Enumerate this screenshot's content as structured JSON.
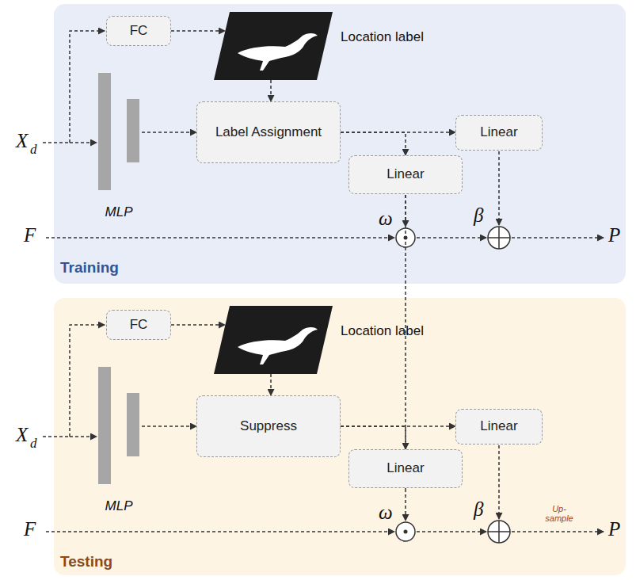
{
  "diagram": {
    "nodes": [
      {
        "text": [
          "Training"
        ]
      },
      {
        "text": [
          "FC"
        ],
        "in": 0
      },
      {
        "text": [
          "Location label"
        ],
        "in": 0
      },
      {
        "text": [
          "MLP"
        ],
        "in": 0
      },
      {
        "text": [
          "Label Assignment"
        ],
        "in": 0
      },
      {
        "text": [
          "Linear"
        ],
        "in": 0
      },
      {
        "text": [
          "Linear"
        ],
        "in": 0
      },
      {
        "text": [
          "Testing"
        ]
      },
      {
        "text": [
          "FC"
        ],
        "in": 7
      },
      {
        "text": [
          "Location label"
        ],
        "in": 7
      },
      {
        "text": [
          "MLP"
        ],
        "in": 7
      },
      {
        "text": [
          "Suppress"
        ],
        "in": 7
      },
      {
        "text": [
          "Linear"
        ],
        "in": 7
      },
      {
        "text": [
          "Linear"
        ],
        "in": 7
      }
    ],
    "edges": [
      {
        "from": 1,
        "to": 2,
        "arrow": "to"
      },
      {
        "from": 2,
        "to": 4,
        "arrow": "to"
      },
      {
        "from": 3,
        "to": 4,
        "arrow": "to"
      },
      {
        "from": 4,
        "to": 5,
        "arrow": "to"
      },
      {
        "from": 4,
        "to": 6,
        "arrow": "to"
      },
      {
        "from": 8,
        "to": 9,
        "arrow": "to"
      },
      {
        "from": 9,
        "to": 11,
        "arrow": "to"
      },
      {
        "from": 10,
        "to": 11,
        "arrow": "to"
      },
      {
        "from": 11,
        "to": 12,
        "arrow": "to"
      },
      {
        "from": 11,
        "to": 13,
        "arrow": "to"
      }
    ],
    "labels": [
      "X",
      "d",
      "F",
      "ω",
      "β",
      "P",
      "X",
      "d",
      "F",
      "ω",
      "β",
      "Up-sample",
      "P"
    ]
  }
}
